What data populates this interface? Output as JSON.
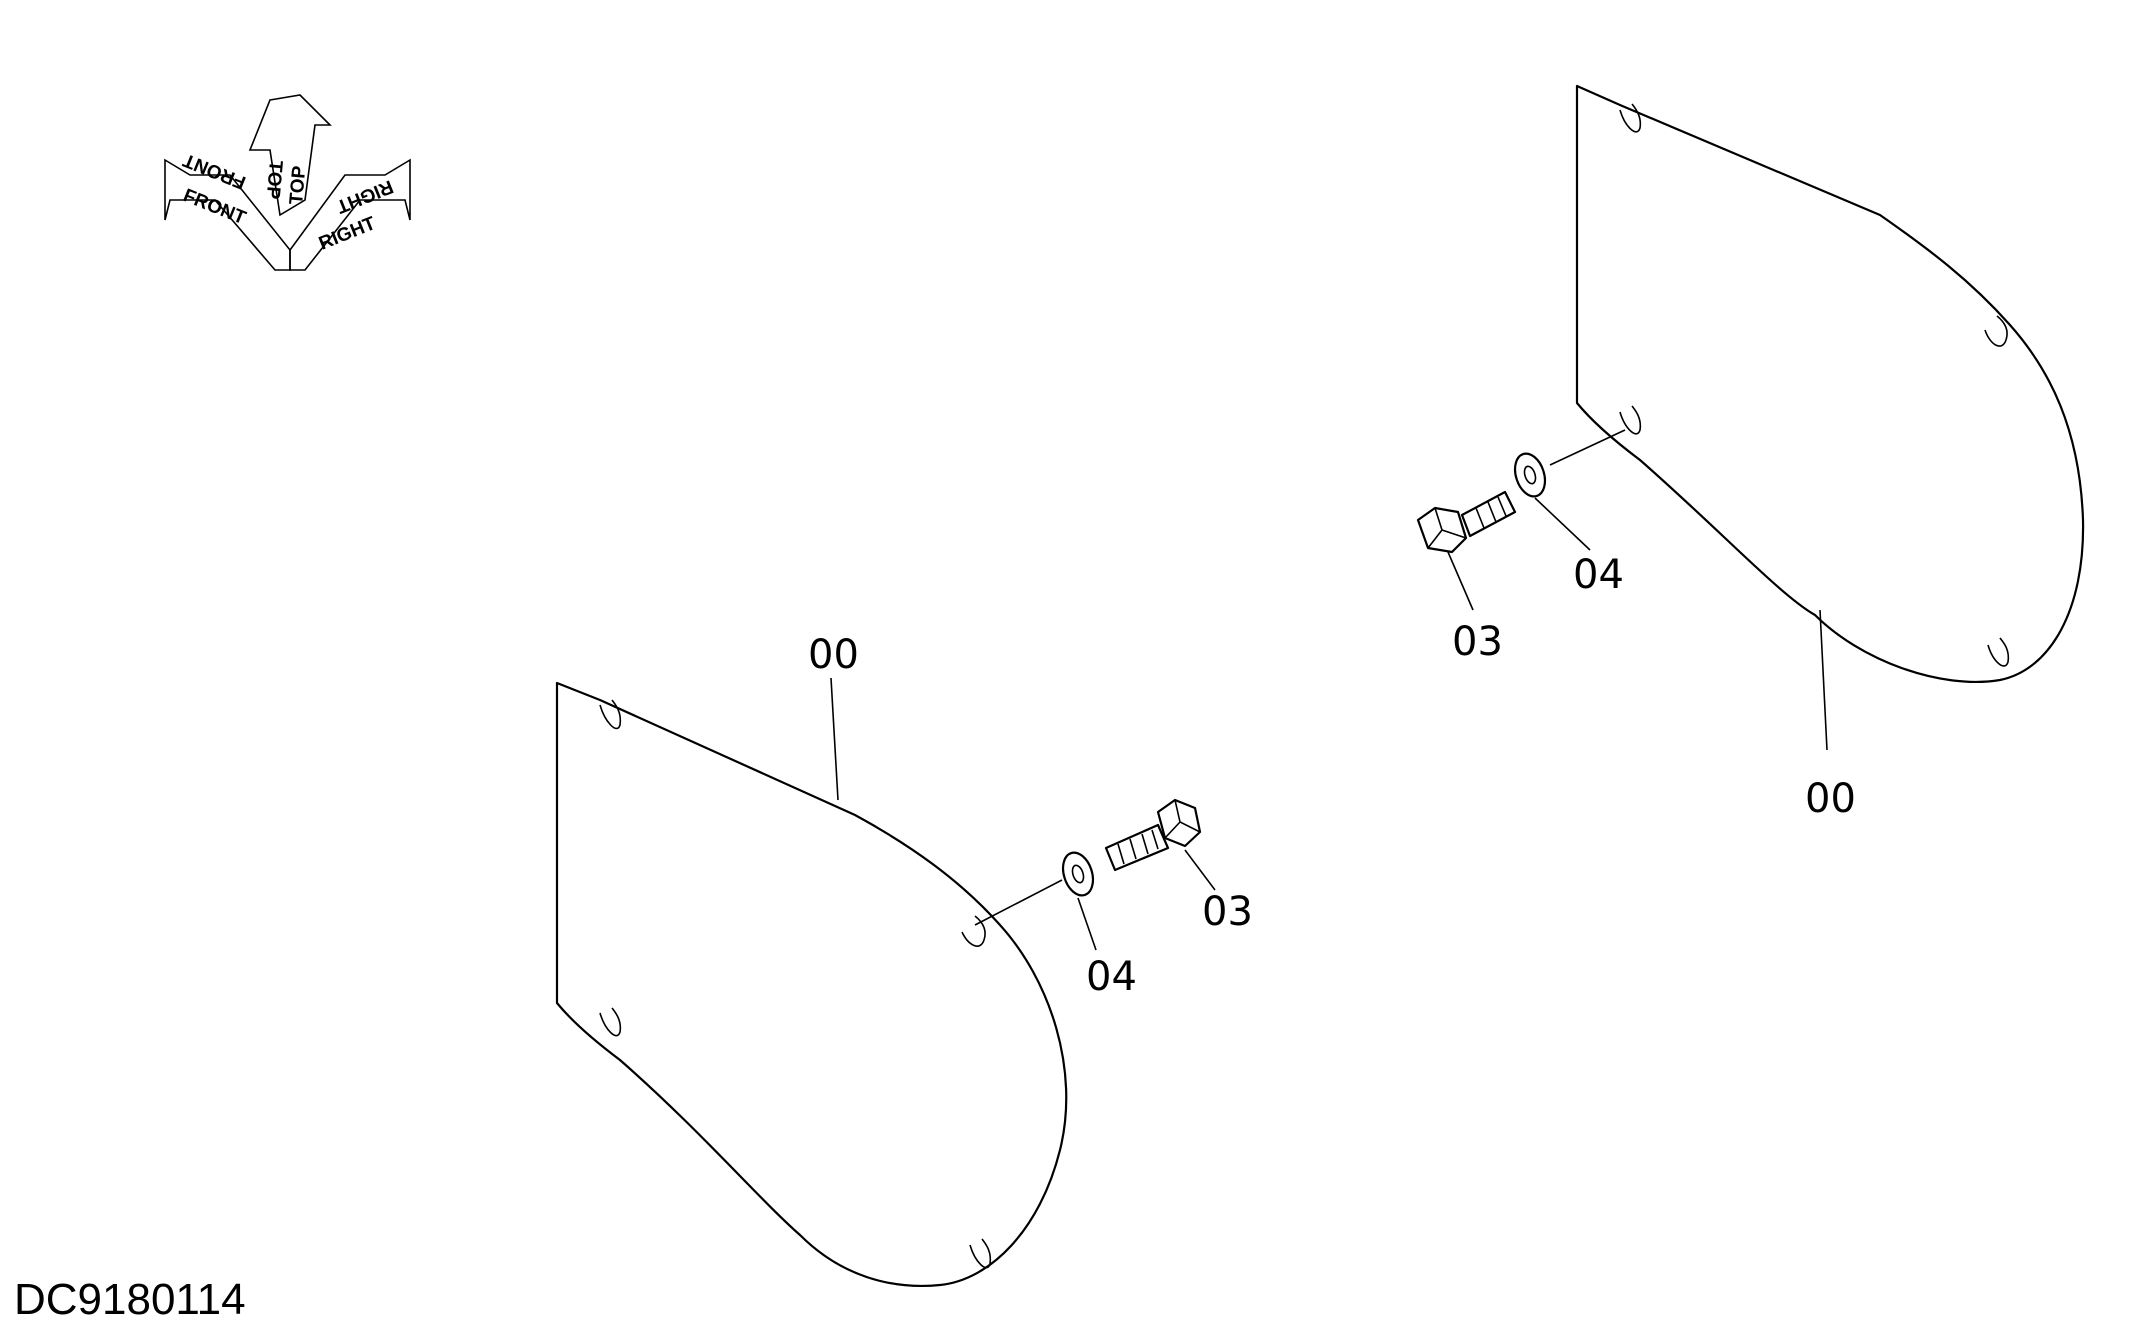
{
  "drawing_id": "DC9180114",
  "orientation": {
    "front": "FRONT",
    "top": "TOP",
    "right": "RIGHT"
  },
  "callouts": {
    "left_cover": "00",
    "left_bolt": "03",
    "left_washer": "04",
    "right_cover": "00",
    "right_bolt": "03",
    "right_washer": "04"
  },
  "colors": {
    "line": "#000000",
    "background": "#ffffff"
  }
}
